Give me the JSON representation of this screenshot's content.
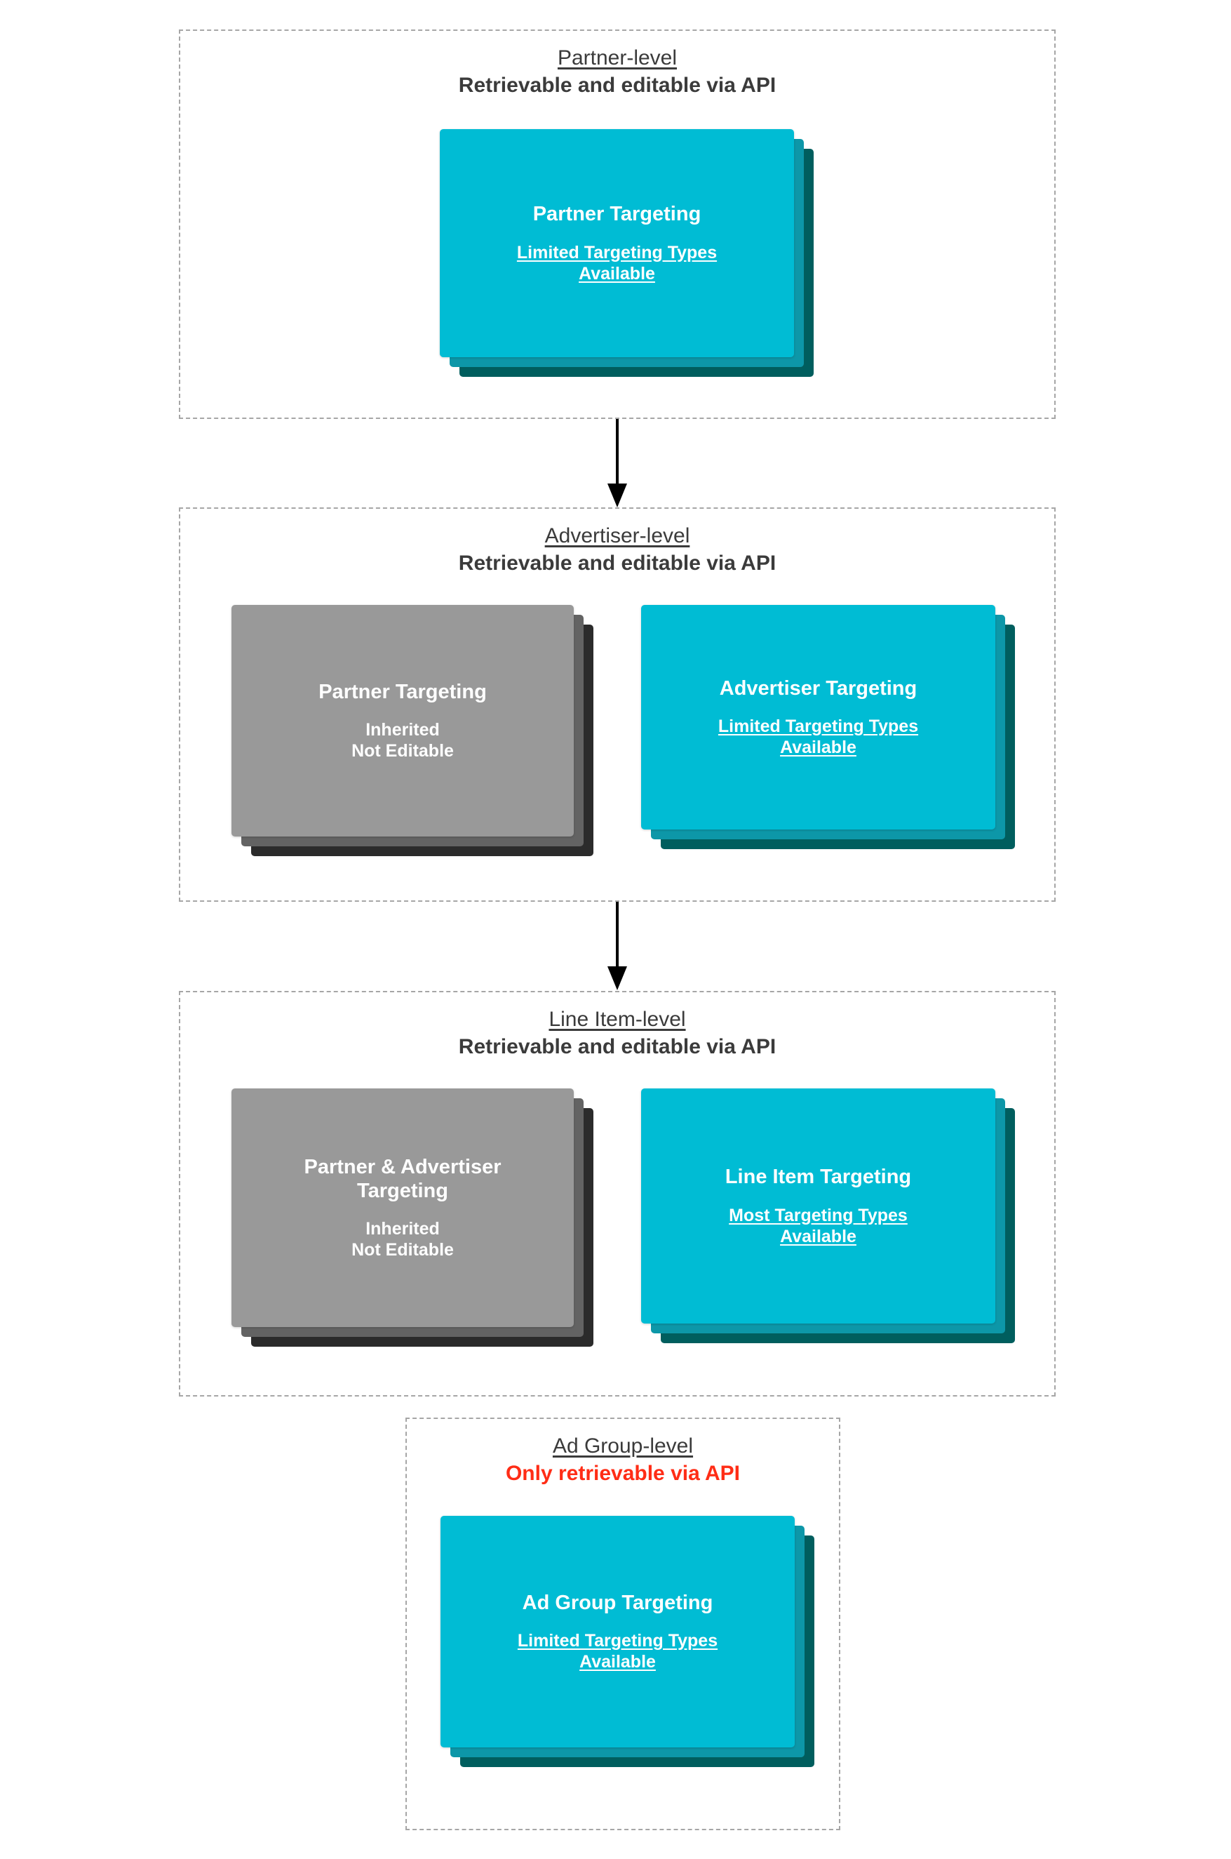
{
  "diagram": {
    "title_text_color": "#3b3b3b",
    "warning_color": "#ff2d16",
    "cyan_front": "#00bcd4",
    "cyan_mid": "#0d97a8",
    "cyan_back": "#005e5e",
    "gray_front": "#999999",
    "gray_mid": "#636363",
    "gray_back": "#2b2b2b",
    "border_color": "#a6a6a6"
  },
  "levels": [
    {
      "id": "partner",
      "title": "Partner-level",
      "subtitle": "Retrievable and editable via API",
      "cards": [
        {
          "id": "partner-targeting",
          "variant": "cyan",
          "title": "Partner Targeting",
          "sub_line1": "Limited Targeting Types",
          "sub_line2": "Available",
          "sub_underlined": true
        }
      ]
    },
    {
      "id": "advertiser",
      "title": "Advertiser-level",
      "subtitle": "Retrievable and editable via API",
      "cards": [
        {
          "id": "partner-targeting-inherited",
          "variant": "gray",
          "title": "Partner Targeting",
          "sub_line1": "Inherited",
          "sub_line2": "Not Editable",
          "sub_underlined": false
        },
        {
          "id": "advertiser-targeting",
          "variant": "cyan",
          "title": "Advertiser Targeting",
          "sub_line1": "Limited Targeting Types",
          "sub_line2": "Available",
          "sub_underlined": true
        }
      ]
    },
    {
      "id": "line-item",
      "title": "Line Item-level",
      "subtitle": "Retrievable and editable via API",
      "cards": [
        {
          "id": "partner-advertiser-targeting-inherited",
          "variant": "gray",
          "title": "Partner & Advertiser Targeting",
          "sub_line1": "Inherited",
          "sub_line2": "Not Editable",
          "sub_underlined": false
        },
        {
          "id": "line-item-targeting",
          "variant": "cyan",
          "title": "Line Item Targeting",
          "sub_line1": "Most Targeting Types",
          "sub_line2": "Available",
          "sub_underlined": true
        }
      ]
    },
    {
      "id": "ad-group",
      "title": "Ad Group-level",
      "subtitle": "Only retrievable via API",
      "subtitle_warning": true,
      "cards": [
        {
          "id": "ad-group-targeting",
          "variant": "cyan",
          "title": "Ad Group Targeting",
          "sub_line1": "Limited Targeting Types",
          "sub_line2": "Available",
          "sub_underlined": true
        }
      ]
    }
  ],
  "connectors": [
    {
      "id": "partner-to-advertiser",
      "from": "partner",
      "to": "advertiser"
    },
    {
      "id": "advertiser-to-line-item",
      "from": "advertiser",
      "to": "line-item"
    }
  ]
}
